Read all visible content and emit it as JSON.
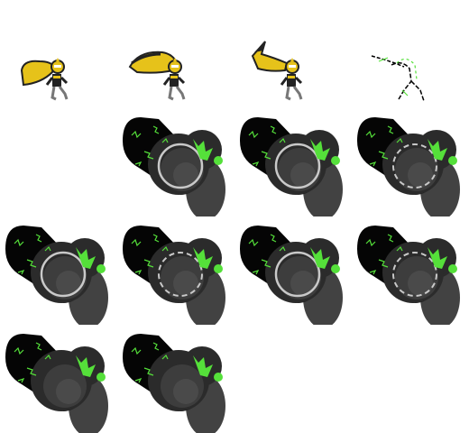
{
  "sheet": {
    "background": "#ffffff",
    "columns": 4,
    "rows": 4,
    "frames": [
      {
        "id": "hero-idle-1",
        "kind": "hero",
        "variant": "idle"
      },
      {
        "id": "hero-dash-1",
        "kind": "hero",
        "variant": "dash"
      },
      {
        "id": "hero-dash-2",
        "kind": "hero",
        "variant": "lift"
      },
      {
        "id": "hero-fade",
        "kind": "ghost",
        "variant": "outline"
      },
      {
        "id": "empty",
        "kind": "empty"
      },
      {
        "id": "cannon-1",
        "kind": "cannon",
        "ring": "solid"
      },
      {
        "id": "cannon-2",
        "kind": "cannon",
        "ring": "solid"
      },
      {
        "id": "cannon-3",
        "kind": "cannon",
        "ring": "dashed"
      },
      {
        "id": "cannon-4",
        "kind": "cannon",
        "ring": "solid"
      },
      {
        "id": "cannon-5",
        "kind": "cannon",
        "ring": "dashed"
      },
      {
        "id": "cannon-6",
        "kind": "cannon",
        "ring": "solid"
      },
      {
        "id": "cannon-7",
        "kind": "cannon",
        "ring": "dashed"
      },
      {
        "id": "cannon-8",
        "kind": "cannon",
        "ring": "none"
      },
      {
        "id": "cannon-9",
        "kind": "cannon",
        "ring": "none"
      }
    ]
  },
  "colors": {
    "hero_body": "#e6c21a",
    "hero_outline": "#222222",
    "hero_limb": "#777777",
    "cannon_black": "#050505",
    "cannon_dark": "#2b2b2b",
    "cannon_mid": "#3d3d3d",
    "cannon_shadow": "#424242",
    "ring": "#c9c9c9",
    "spark": "#55e03a"
  }
}
